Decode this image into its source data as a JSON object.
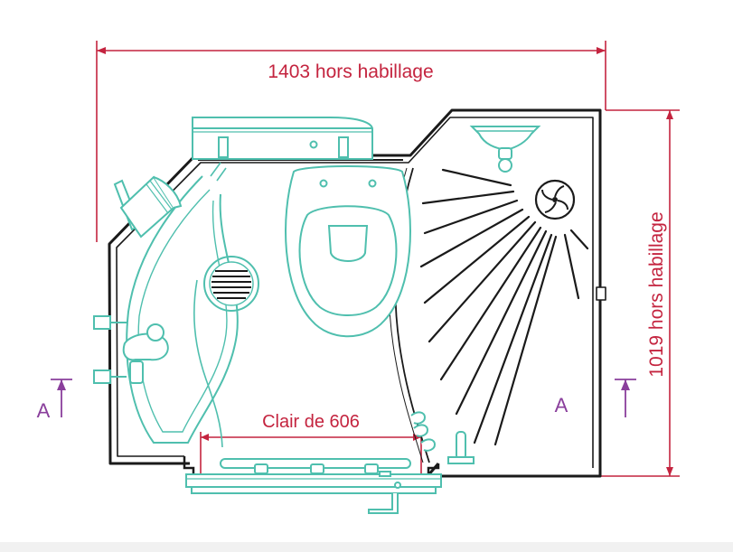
{
  "dimensions": {
    "width_label": "1403 hors habillage",
    "height_label": "1019 hors habillage",
    "clear_label": "Clair de 606"
  },
  "section_marks": {
    "left": "A",
    "right": "A"
  },
  "colors": {
    "dimension": "#c4243f",
    "fixture": "#4fbfae",
    "wall": "#1a1a1a",
    "section": "#8a3f9c"
  },
  "icons": {
    "fan": "ventilation-fan-icon",
    "drain": "floor-drain-icon"
  }
}
